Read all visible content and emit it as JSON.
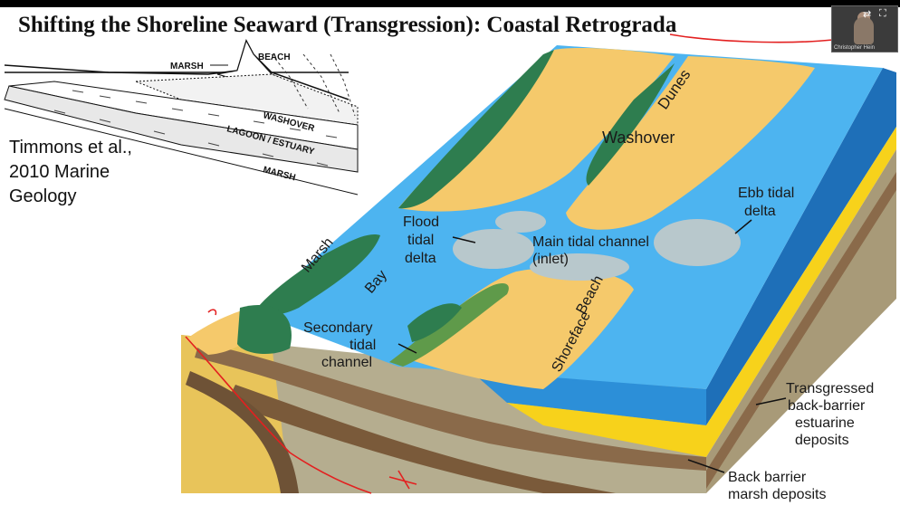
{
  "slide": {
    "title": "Shifting the Shoreline Seaward (Transgression): Coastal Retrograda",
    "citation": [
      "Timmons et al.,",
      "2010 Marine",
      "Geology"
    ]
  },
  "profile": {
    "labels": {
      "marsh_top": "MARSH",
      "beach": "BEACH",
      "washover": "WASHOVER",
      "lagoon": "LAGOON / ESTUARY",
      "marsh_bottom": "MARSH"
    }
  },
  "block_diagram": {
    "labels": {
      "dunes": "Dunes",
      "washover": "Washover",
      "ebb_1": "Ebb tidal",
      "ebb_2": "delta",
      "flood_1": "Flood",
      "flood_2": "tidal",
      "flood_3": "delta",
      "main_1": "Main tidal channel",
      "main_2": "(inlet)",
      "marsh": "Marsh",
      "bay": "Bay",
      "beach": "Beach",
      "shoreface": "Shoreface",
      "secondary_1": "Secondary",
      "secondary_2": "tidal",
      "secondary_3": "channel",
      "trans_1": "Transgressed",
      "trans_2": "back-barrier",
      "trans_3": "estuarine",
      "trans_4": "deposits",
      "back_1": "Back barrier",
      "back_2": "marsh deposits"
    },
    "colors": {
      "water": "#4db4f0",
      "water_side": "#1e6fb8",
      "sand": "#f5c96b",
      "marsh": "#2e7d4f",
      "mud": "#8a6a4a",
      "sediment": "#b5ad8f",
      "delta": "#b8c8cc"
    }
  },
  "annotations": {
    "ink_color": "#e32020"
  },
  "video": {
    "icons": [
      "swap-icon",
      "fullscreen-icon"
    ],
    "caption": "Christopher Hein"
  }
}
